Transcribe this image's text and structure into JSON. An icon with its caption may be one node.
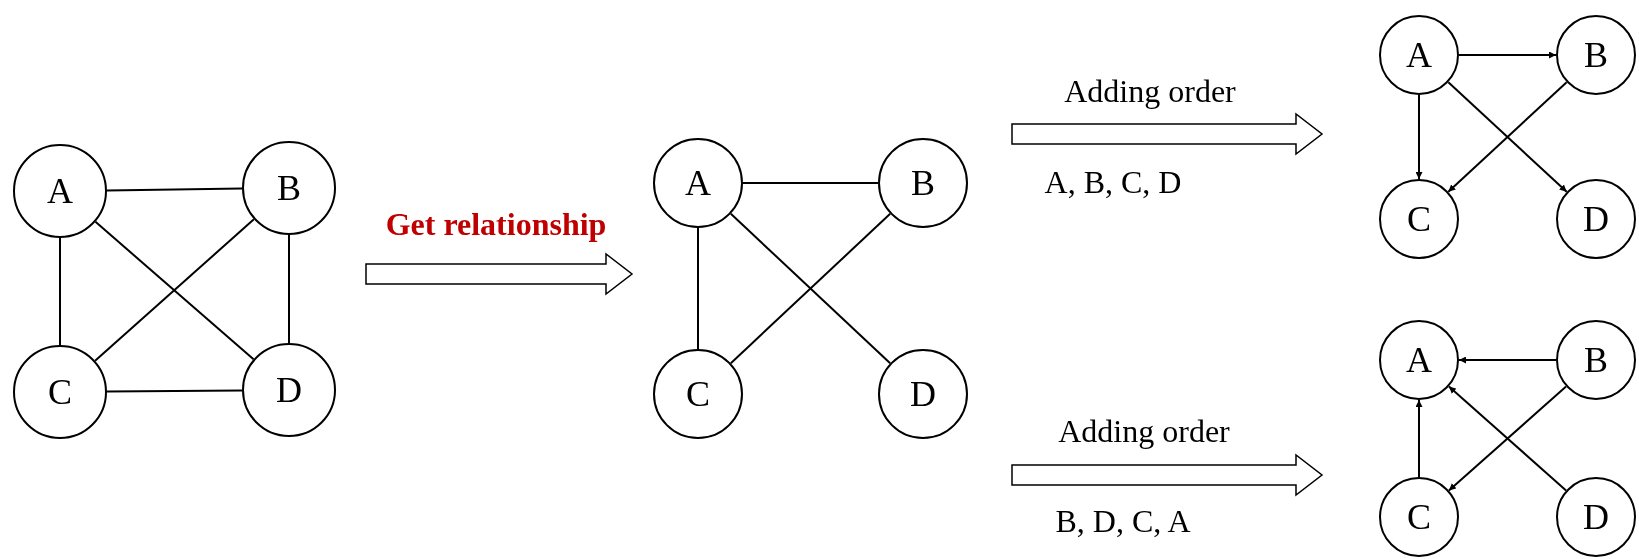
{
  "diagram": {
    "nodes": [
      {
        "text": [
          "A"
        ]
      },
      {
        "text": [
          "B"
        ]
      },
      {
        "text": [
          "C"
        ]
      },
      {
        "text": [
          "D"
        ]
      },
      {
        "text": [
          "A"
        ]
      },
      {
        "text": [
          "B"
        ]
      },
      {
        "text": [
          "C"
        ]
      },
      {
        "text": [
          "D"
        ]
      },
      {
        "text": [
          "A"
        ]
      },
      {
        "text": [
          "B"
        ]
      },
      {
        "text": [
          "C"
        ]
      },
      {
        "text": [
          "D"
        ]
      },
      {
        "text": [
          "A"
        ]
      },
      {
        "text": [
          "B"
        ]
      },
      {
        "text": [
          "C"
        ]
      },
      {
        "text": [
          "D"
        ]
      }
    ],
    "edges": [
      {
        "from": 0,
        "to": 1,
        "arrow": "none"
      },
      {
        "from": 0,
        "to": 2,
        "arrow": "none"
      },
      {
        "from": 0,
        "to": 3,
        "arrow": "none"
      },
      {
        "from": 1,
        "to": 2,
        "arrow": "none"
      },
      {
        "from": 1,
        "to": 3,
        "arrow": "none"
      },
      {
        "from": 2,
        "to": 3,
        "arrow": "none"
      },
      {
        "from": 4,
        "to": 5,
        "arrow": "none"
      },
      {
        "from": 4,
        "to": 6,
        "arrow": "none"
      },
      {
        "from": 4,
        "to": 7,
        "arrow": "none"
      },
      {
        "from": 5,
        "to": 6,
        "arrow": "none"
      },
      {
        "from": 8,
        "to": 9,
        "arrow": "to"
      },
      {
        "from": 8,
        "to": 10,
        "arrow": "to"
      },
      {
        "from": 8,
        "to": 11,
        "arrow": "to"
      },
      {
        "from": 9,
        "to": 10,
        "arrow": "to"
      },
      {
        "from": 13,
        "to": 12,
        "arrow": "to"
      },
      {
        "from": 14,
        "to": 12,
        "arrow": "to"
      },
      {
        "from": 15,
        "to": 12,
        "arrow": "to"
      },
      {
        "from": 13,
        "to": 14,
        "arrow": "to"
      }
    ],
    "labels": [
      "Get relationship",
      "Adding order",
      "A, B, C, D",
      "Adding order",
      "B, D, C, A"
    ]
  }
}
